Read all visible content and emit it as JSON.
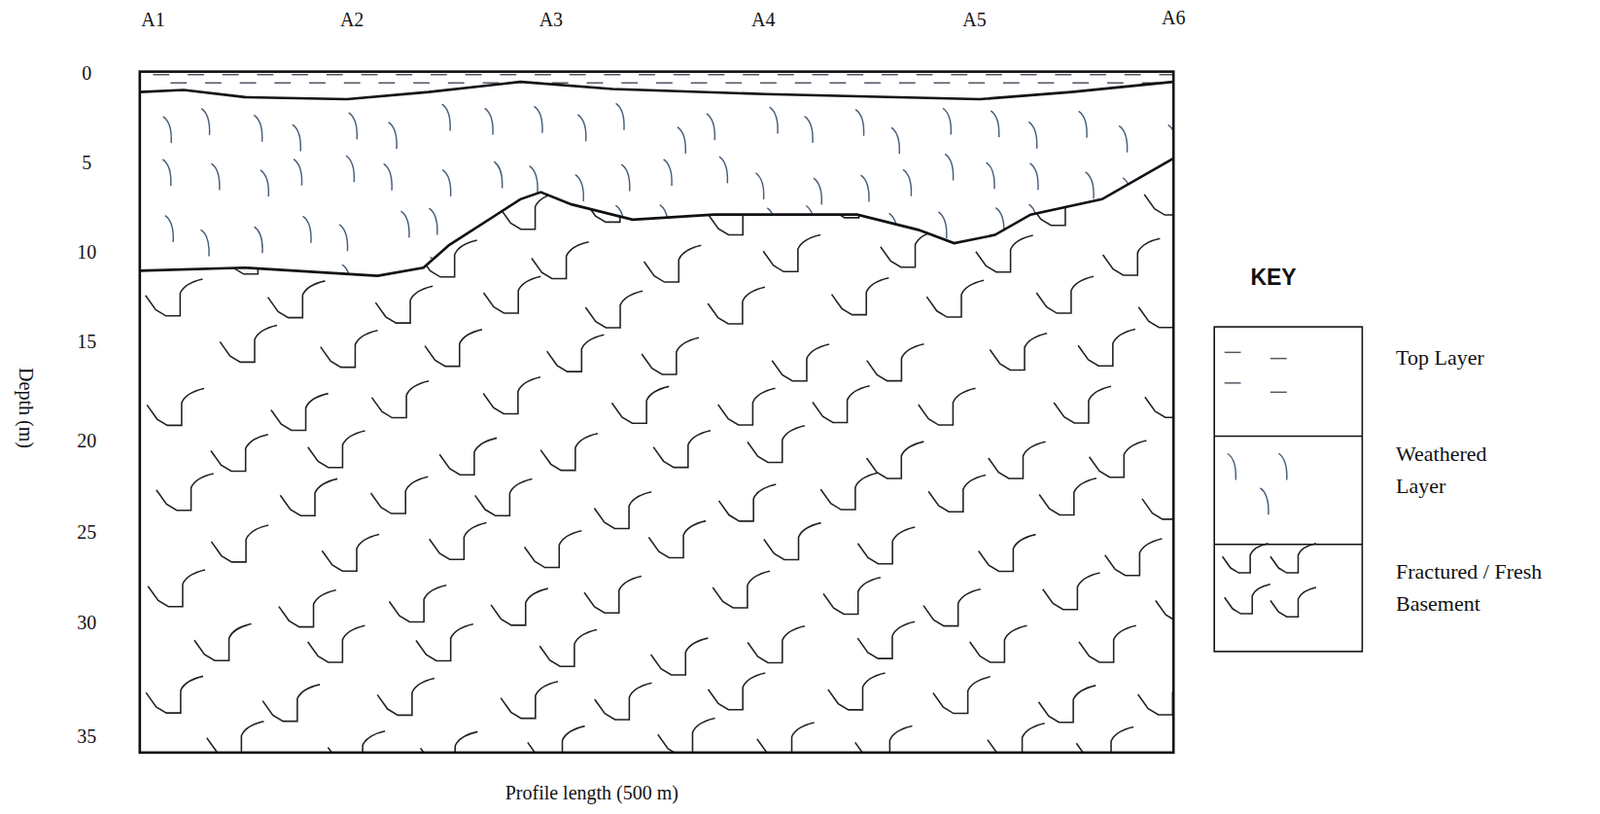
{
  "diagram": {
    "labels": [
      "A1",
      "A2",
      "A3",
      "A4",
      "A5",
      "A6",
      "0",
      "5",
      "10",
      "15",
      "20",
      "25",
      "30",
      "35",
      "Depth (m)",
      "Profile length (500 m)",
      "KEY"
    ],
    "legend": [
      {
        "text": "Top Layer"
      },
      {
        "text": "Weathered Layer"
      },
      {
        "text": "Fractured / Fresh Basement"
      }
    ]
  }
}
